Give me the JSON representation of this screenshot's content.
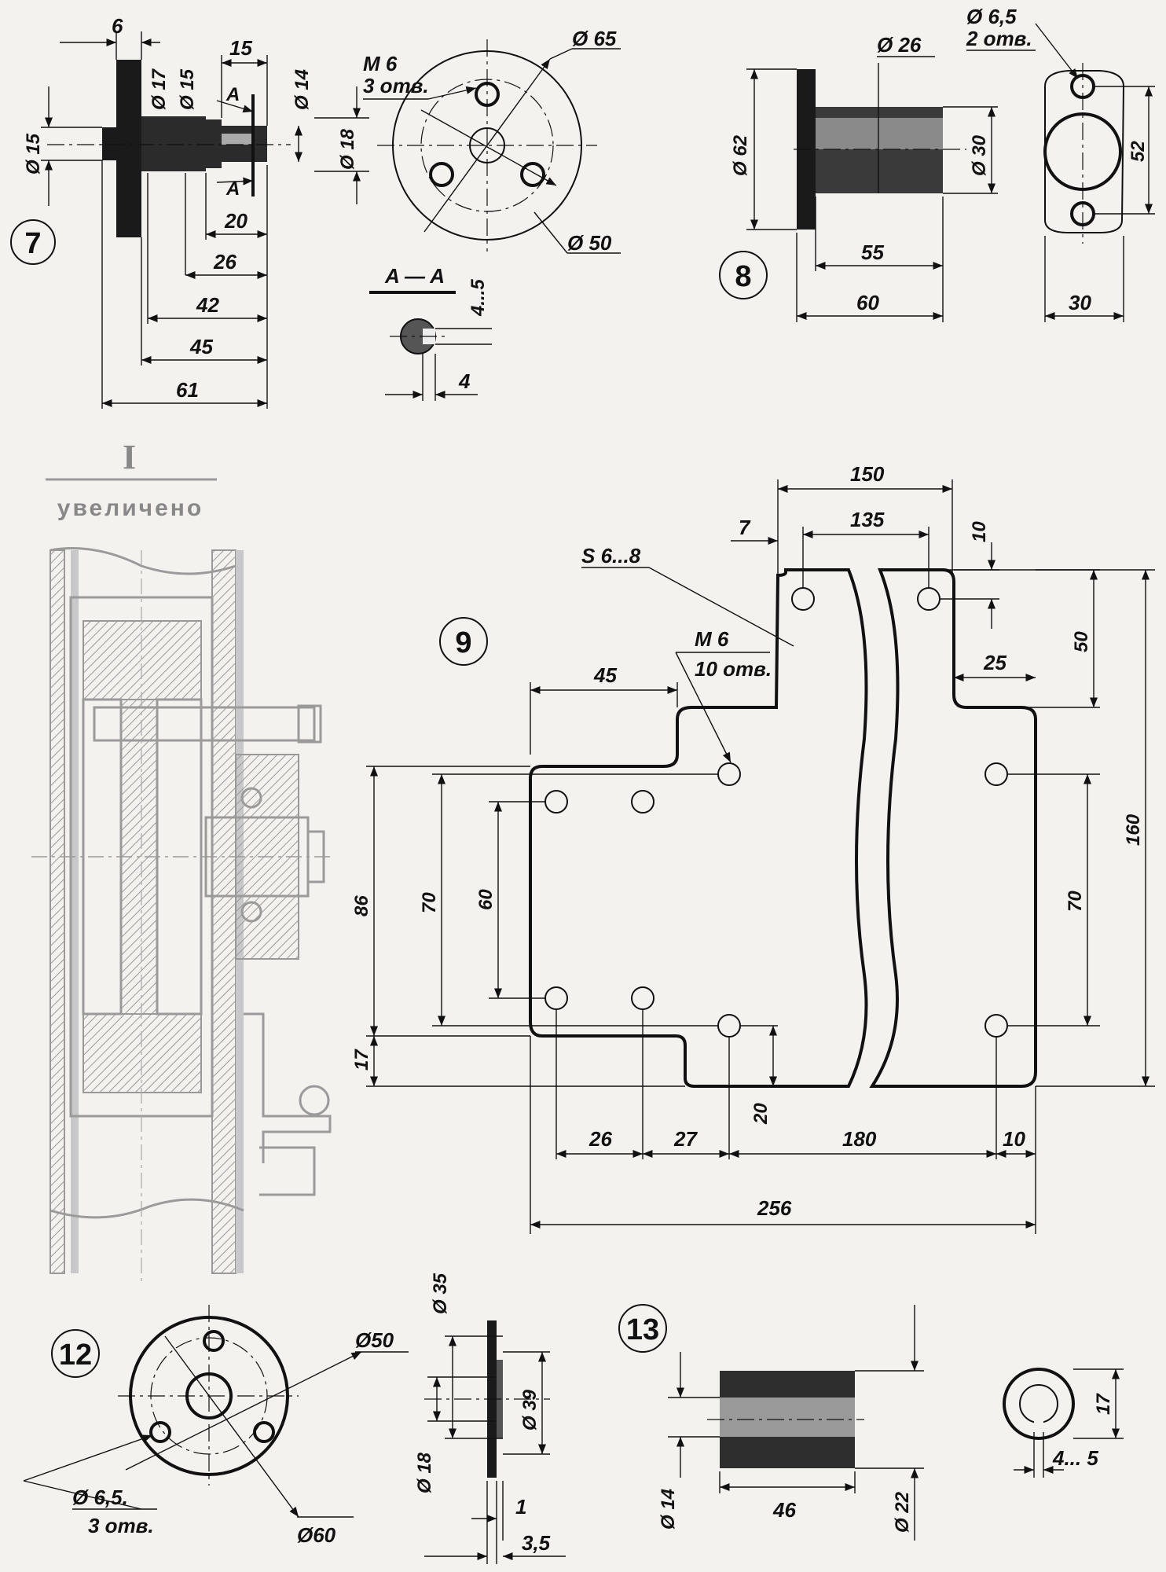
{
  "fig7": {
    "tag": "7",
    "dims": {
      "d1": "6",
      "d2": "15",
      "d3": "Ø 17",
      "d4": "Ø 15",
      "d5": "Ø 14",
      "d6": "Ø 18",
      "d7": "Ø 15",
      "d8": "20",
      "d9": "26",
      "d10": "42",
      "d11": "45",
      "d12": "61",
      "secA": "A",
      "secA2": "A"
    },
    "flange": {
      "thread": "M 6",
      "holes": "3 отв.",
      "d_outer": "Ø 65",
      "d_bolt": "Ø 50"
    },
    "section": {
      "title": "A — A",
      "depth": "4...5",
      "width": "4"
    }
  },
  "fig8": {
    "tag": "8",
    "dims": {
      "d_hole": "Ø 6,5",
      "holes": "2 отв.",
      "d_in": "Ø 26",
      "d_flange": "Ø 62",
      "d_out": "Ø 30",
      "len1": "55",
      "len2": "60",
      "spacing": "52",
      "width": "30"
    }
  },
  "detail": {
    "numeral": "I",
    "caption": "увеличено"
  },
  "fig9": {
    "tag": "9",
    "dims": {
      "thick": "S 6...8",
      "thread": "M 6",
      "holes": "10 отв.",
      "w150": "150",
      "w135": "135",
      "w7": "7",
      "h10": "10",
      "h50": "50",
      "w25": "25",
      "w45": "45",
      "h86": "86",
      "h70a": "70",
      "h60": "60",
      "h70b": "70",
      "h160": "160",
      "h17": "17",
      "h20": "20",
      "w26": "26",
      "w27": "27",
      "w180": "180",
      "w10": "10",
      "w256": "256"
    }
  },
  "fig12": {
    "tag": "12",
    "dims": {
      "d50": "Ø50",
      "d60": "Ø60",
      "d_hole": "Ø 6,5.",
      "holes": "3 отв.",
      "d35": "Ø 35",
      "d39": "Ø 39",
      "d18": "Ø 18",
      "t1": "1",
      "t35": "3,5"
    }
  },
  "fig13": {
    "tag": "13",
    "dims": {
      "d14": "Ø 14",
      "len46": "46",
      "d22": "Ø 22",
      "h17": "17",
      "slot": "4... 5"
    }
  }
}
